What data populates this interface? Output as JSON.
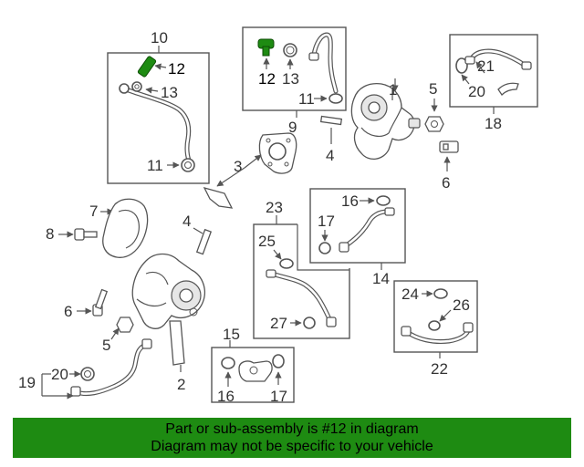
{
  "callouts": {
    "c1": "1",
    "c2": "2",
    "c3": "3",
    "c4a": "4",
    "c4b": "4",
    "c5a": "5",
    "c5b": "5",
    "c6a": "6",
    "c6b": "6",
    "c7": "7",
    "c8": "8",
    "c9": "9",
    "c10": "10",
    "c11a": "11",
    "c11b": "11",
    "c12a": "12",
    "c12b": "12",
    "c13a": "13",
    "c13b": "13",
    "c14": "14",
    "c15": "15",
    "c16a": "16",
    "c16b": "16",
    "c17a": "17",
    "c17b": "17",
    "c18": "18",
    "c19": "19",
    "c20a": "20",
    "c20b": "20",
    "c21": "21",
    "c22": "22",
    "c23": "23",
    "c24": "24",
    "c25": "25",
    "c26": "26",
    "c27": "27"
  },
  "colors": {
    "highlight_part": "#1e8b12",
    "banner": "#1e8b12"
  },
  "footer": {
    "line1": "Part or sub-assembly is #12 in diagram",
    "line2": "Diagram may not be specific to your vehicle"
  }
}
